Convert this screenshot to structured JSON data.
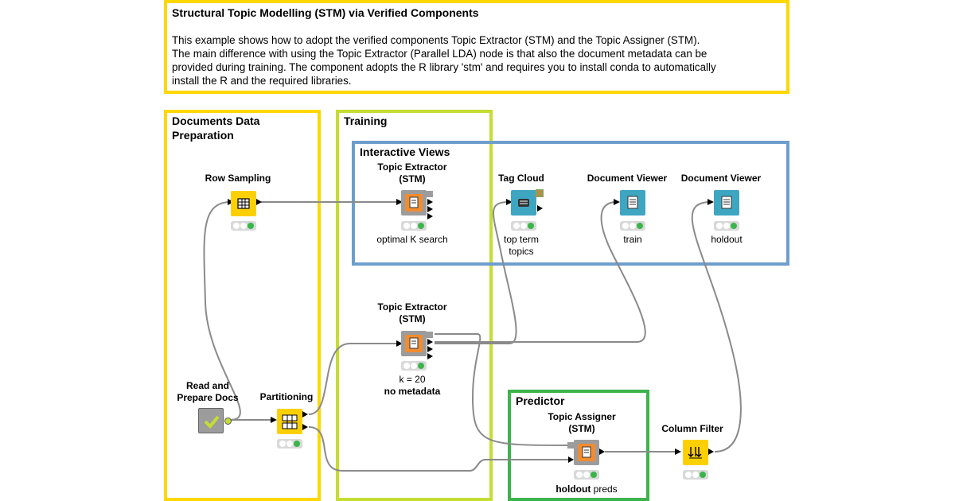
{
  "description": {
    "title": "Structural Topic Modelling (STM) via Verified Components",
    "body": "This example shows how to adopt the verified components Topic Extractor (STM) and the Topic Assigner (STM).\nThe main difference with using the Topic Extractor (Parallel LDA) node is that also the document metadata can be\nprovided during training. The component adopts the R library 'stm' and requires you to install conda to automatically\ninstall the R and the required libraries."
  },
  "annotations": {
    "prep": "Documents Data\nPreparation",
    "training": "Training",
    "views": "Interactive Views",
    "predictor": "Predictor"
  },
  "nodes": {
    "row_sampling": {
      "title": "Row Sampling"
    },
    "read_prepare": {
      "title": "Read and\nPrepare Docs"
    },
    "partitioning": {
      "title": "Partitioning"
    },
    "topic_extractor_1": {
      "title": "Topic Extractor\n(STM)",
      "label": "optimal K search"
    },
    "topic_extractor_2": {
      "title": "Topic Extractor\n(STM)",
      "label_line1": "k = 20",
      "label_line2": "no metadata"
    },
    "tag_cloud": {
      "title": "Tag Cloud",
      "label": "top term\ntopics"
    },
    "doc_viewer_1": {
      "title": "Document Viewer",
      "label": "train"
    },
    "doc_viewer_2": {
      "title": "Document Viewer",
      "label": "holdout"
    },
    "topic_assigner": {
      "title": "Topic Assigner\n(STM)",
      "label_bold": "holdout",
      "label_rest": " preds"
    },
    "column_filter": {
      "title": "Column Filter"
    }
  },
  "colors": {
    "annotation_yellow": "#FFD700",
    "annotation_lime": "#C5DD33",
    "annotation_blue": "#6E9ECC",
    "annotation_green": "#3CB44B",
    "node_manipulator": "#FCD000",
    "node_visualizer": "#3FA6C2",
    "node_component": "#9C9C9C",
    "node_learner": "#F28C30",
    "status_green": "#3BB54A"
  }
}
